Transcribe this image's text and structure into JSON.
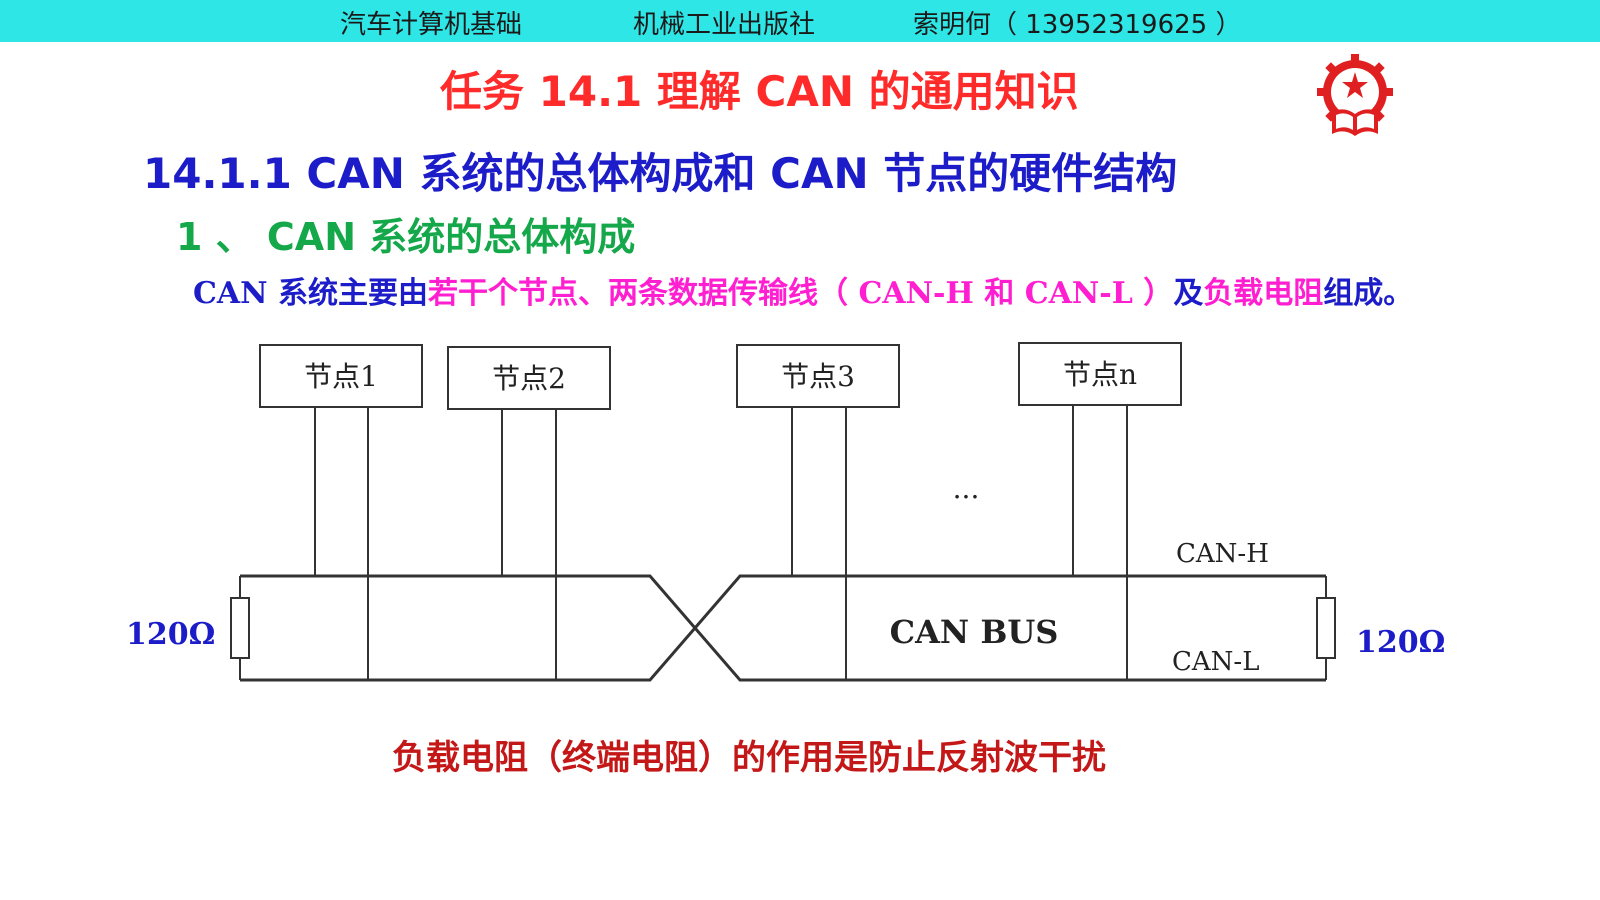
{
  "header": {
    "course": "汽车计算机基础",
    "publisher": "机械工业出版社",
    "author": "索明何（ 13952319625 ）"
  },
  "task_title": "任务 14.1   理解 CAN 的通用知识",
  "section_title": "14.1.1 CAN 系统的总体构成和 CAN 节点的硬件结构",
  "sub_title": "1 、 CAN 系统的总体构成",
  "description": {
    "part1": "CAN 系统主要由",
    "part2": "若干个节点、两条数据传输线（ CAN-H 和 CAN-L ）",
    "part3": "及",
    "part4": "负载电阻",
    "part5": "组成。"
  },
  "diagram": {
    "nodes": [
      "节点1",
      "节点2",
      "节点3",
      "节点n"
    ],
    "ellipsis": "...",
    "can_h_label": "CAN-H",
    "can_l_label": "CAN-L",
    "bus_label": "CAN BUS",
    "resistor_left": "120Ω",
    "resistor_right": "120Ω"
  },
  "caption": "负载电阻（终端电阻）的作用是防止反射波干扰",
  "colors": {
    "header_bg": "#2ee6e6",
    "task_title": "#ff2a2a",
    "section_title": "#1c1cc8",
    "sub_title": "#14a84a",
    "highlight": "#ff1fd0",
    "caption": "#c41818"
  },
  "icons": {
    "logo": "publisher-gear-star-book-icon"
  }
}
